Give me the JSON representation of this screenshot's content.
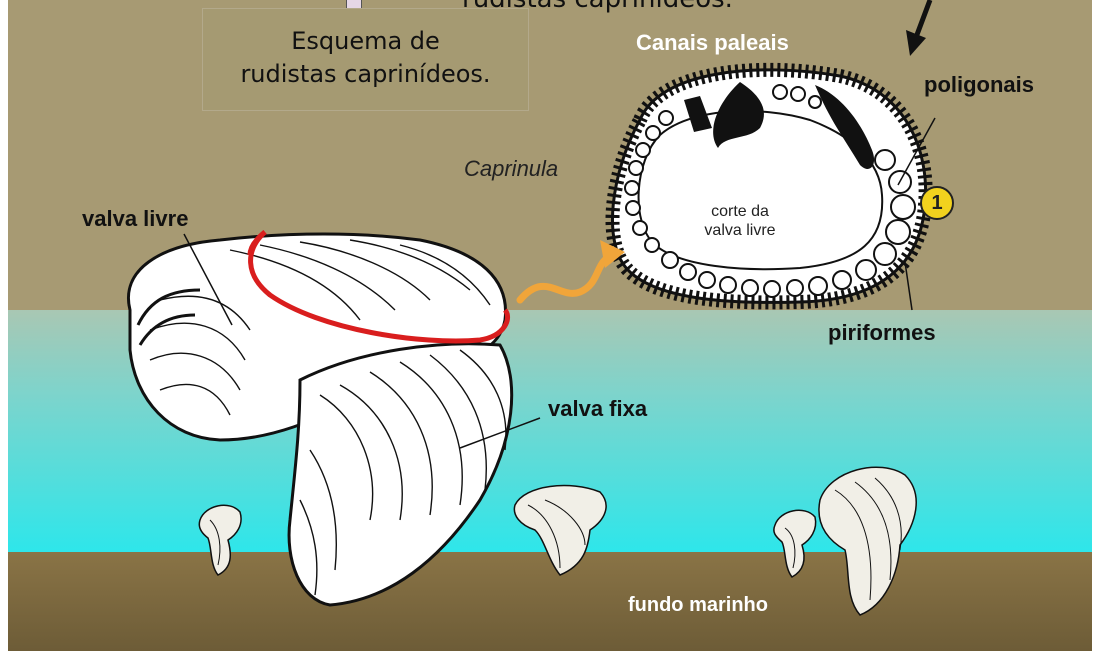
{
  "caption_top": "rudistas caprinídeos.",
  "caption_box": {
    "line1": "Esquema de",
    "line2": "rudistas caprinídeos."
  },
  "labels": {
    "canais_paleais": "Canais paleais",
    "poligonais": "poligonais",
    "caprinula": "Caprinula",
    "corte_line1": "corte da",
    "corte_line2": "valva livre",
    "valva_livre": "valva livre",
    "piriformes": "piriformes",
    "valva_fixa": "valva fixa",
    "fundo_marinho": "fundo marinho",
    "marker_one": "1"
  },
  "colors": {
    "background_tan": "#a79a73",
    "water_top": "#a8c8b6",
    "water_bottom": "#2ee4e8",
    "seafloor": "#7d6a3f",
    "red_outline": "#d91e1e",
    "arrow_orange": "#f0a53a",
    "marker_yellow": "#f2d21e"
  }
}
